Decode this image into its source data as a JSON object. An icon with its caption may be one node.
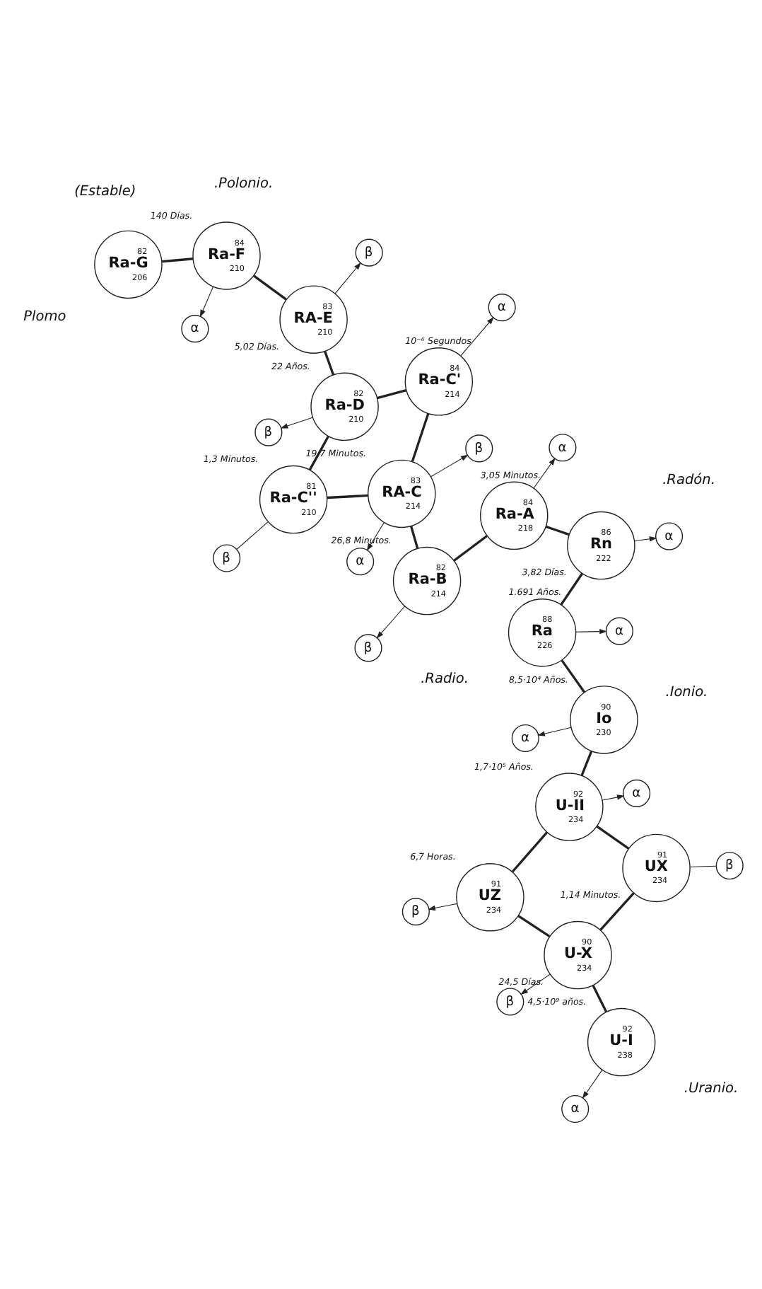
{
  "diagram": {
    "nodes": [
      {
        "text": [
          "92",
          "U-I",
          "238"
        ],
        "beside": [
          "4,5·10⁹ años."
        ]
      },
      {
        "text": [
          "α"
        ]
      },
      {
        "text": [
          "90",
          "U-X",
          "234"
        ],
        "beside": [
          "24,5 Días."
        ]
      },
      {
        "text": [
          "β"
        ]
      },
      {
        "text": [
          "91",
          "UZ",
          "234"
        ],
        "beside": [
          "6,7 Horas."
        ]
      },
      {
        "text": [
          "β"
        ]
      },
      {
        "text": [
          "91",
          "UX",
          "234"
        ],
        "beside": [
          "1,14 Minutos."
        ]
      },
      {
        "text": [
          "β"
        ]
      },
      {
        "text": [
          "92",
          "U-II",
          "234"
        ],
        "beside": [
          "1,7·10⁵ Años."
        ]
      },
      {
        "text": [
          "α"
        ]
      },
      {
        "text": [
          "90",
          "Io",
          "230"
        ],
        "beside": [
          "8,5·10⁴ Años."
        ]
      },
      {
        "text": [
          "α"
        ]
      },
      {
        "text": [
          "88",
          "Ra",
          "226"
        ],
        "beside": [
          "1.691 Años."
        ]
      },
      {
        "text": [
          "α"
        ]
      },
      {
        "text": [
          "86",
          "Rn",
          "222"
        ],
        "beside": [
          "3,82 Días."
        ]
      },
      {
        "text": [
          "α"
        ]
      },
      {
        "text": [
          "84",
          "Ra-A",
          "218"
        ],
        "beside": [
          "3,05 Minutos."
        ]
      },
      {
        "text": [
          "α"
        ]
      },
      {
        "text": [
          "82",
          "Ra-B",
          "214"
        ],
        "beside": [
          "26,8 Minutos."
        ]
      },
      {
        "text": [
          "β"
        ]
      },
      {
        "text": [
          "83",
          "RA-C",
          "214"
        ],
        "beside": [
          "19,7 Minutos."
        ]
      },
      {
        "text": [
          "α"
        ]
      },
      {
        "text": [
          "β"
        ]
      },
      {
        "text": [
          "81",
          "Ra-C''",
          "210"
        ],
        "beside": [
          "1,3 Minutos."
        ]
      },
      {
        "text": [
          "β"
        ]
      },
      {
        "text": [
          "84",
          "Ra-C'",
          "214"
        ],
        "beside": [
          "10⁻⁶ Segundos"
        ]
      },
      {
        "text": [
          "α"
        ]
      },
      {
        "text": [
          "82",
          "Ra-D",
          "210"
        ],
        "beside": [
          "22 Años."
        ]
      },
      {
        "text": [
          "β"
        ]
      },
      {
        "text": [
          "83",
          "RA-E",
          "210"
        ],
        "beside": [
          "5,02 Días."
        ]
      },
      {
        "text": [
          "β"
        ]
      },
      {
        "text": [
          "84",
          "Ra-F",
          "210"
        ],
        "beside": [
          "140 Días."
        ]
      },
      {
        "text": [
          "α"
        ]
      },
      {
        "text": [
          "82",
          "Ra-G",
          "206"
        ]
      }
    ],
    "edges": [
      {
        "from": 0,
        "to": 2,
        "arrow": "none"
      },
      {
        "from": 0,
        "to": 1,
        "arrow": "to"
      },
      {
        "from": 2,
        "to": 4,
        "arrow": "none"
      },
      {
        "from": 2,
        "to": 3,
        "arrow": "to"
      },
      {
        "from": 2,
        "to": 6,
        "arrow": "none"
      },
      {
        "from": 4,
        "to": 5,
        "arrow": "to"
      },
      {
        "from": 6,
        "to": 7,
        "arrow": "none"
      },
      {
        "from": 6,
        "to": 8,
        "arrow": "none"
      },
      {
        "from": 4,
        "to": 8,
        "arrow": "none"
      },
      {
        "from": 8,
        "to": 9,
        "arrow": "to"
      },
      {
        "from": 8,
        "to": 10,
        "arrow": "none"
      },
      {
        "from": 10,
        "to": 11,
        "arrow": "to"
      },
      {
        "from": 10,
        "to": 12,
        "arrow": "none"
      },
      {
        "from": 12,
        "to": 13,
        "arrow": "to"
      },
      {
        "from": 12,
        "to": 14,
        "arrow": "none"
      },
      {
        "from": 14,
        "to": 15,
        "arrow": "to"
      },
      {
        "from": 14,
        "to": 16,
        "arrow": "none"
      },
      {
        "from": 16,
        "to": 17,
        "arrow": "to"
      },
      {
        "from": 16,
        "to": 18,
        "arrow": "none"
      },
      {
        "from": 18,
        "to": 19,
        "arrow": "to"
      },
      {
        "from": 18,
        "to": 20,
        "arrow": "none"
      },
      {
        "from": 20,
        "to": 21,
        "arrow": "to"
      },
      {
        "from": 20,
        "to": 22,
        "arrow": "to"
      },
      {
        "from": 20,
        "to": 23,
        "arrow": "none"
      },
      {
        "from": 20,
        "to": 25,
        "arrow": "none"
      },
      {
        "from": 23,
        "to": 24,
        "arrow": "none"
      },
      {
        "from": 25,
        "to": 26,
        "arrow": "to"
      },
      {
        "from": 23,
        "to": 27,
        "arrow": "none"
      },
      {
        "from": 25,
        "to": 27,
        "arrow": "none"
      },
      {
        "from": 27,
        "to": 28,
        "arrow": "to"
      },
      {
        "from": 27,
        "to": 29,
        "arrow": "none"
      },
      {
        "from": 29,
        "to": 30,
        "arrow": "to"
      },
      {
        "from": 29,
        "to": 31,
        "arrow": "none"
      },
      {
        "from": 31,
        "to": 32,
        "arrow": "to"
      },
      {
        "from": 31,
        "to": 33,
        "arrow": "none"
      }
    ],
    "labels": [
      ".Uranio.",
      ".Ionio.",
      ".Radio.",
      ".Radón.",
      "Plomo",
      "(Estable)",
      ".Polonio."
    ]
  }
}
